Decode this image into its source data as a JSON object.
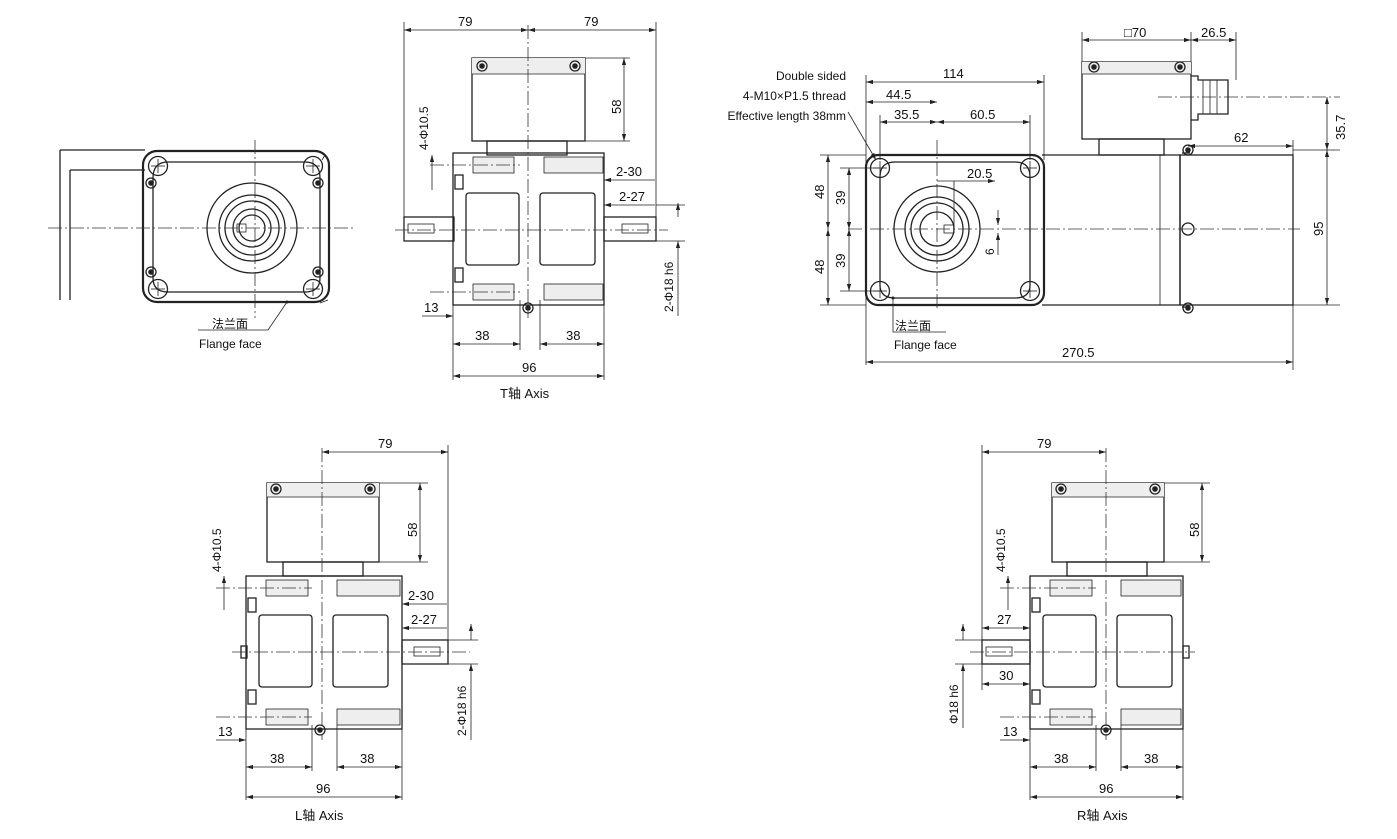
{
  "front": {
    "flange_label_cn": "法兰面",
    "flange_label_en": "Flange face"
  },
  "t_view": {
    "w79a": "79",
    "w79b": "79",
    "h58": "58",
    "holes": "4-Φ10.5",
    "d2_30": "2-30",
    "d2_27": "2-27",
    "shaft": "2-Φ18 h6",
    "d13": "13",
    "d38a": "38",
    "d38b": "38",
    "d96": "96",
    "caption": "T轴 Axis"
  },
  "side": {
    "sq70": "□70",
    "d26_5": "26.5",
    "d114": "114",
    "d44_5": "44.5",
    "d35_5": "35.5",
    "d60_5": "60.5",
    "d35_7": "35.7",
    "d62": "62",
    "d20_5": "20.5",
    "d6": "6",
    "d95": "95",
    "d48a": "48",
    "d39a": "39",
    "d48b": "48",
    "d39b": "39",
    "d270_5": "270.5",
    "thread_line1": "Double sided",
    "thread_line2": "4-M10×P1.5 thread",
    "thread_line3": "Effective length 38mm",
    "flange_label_cn": "法兰面",
    "flange_label_en": "Flange face"
  },
  "l_view": {
    "w79": "79",
    "h58": "58",
    "holes": "4-Φ10.5",
    "d2_30": "2-30",
    "d2_27": "2-27",
    "shaft": "2-Φ18 h6",
    "d13": "13",
    "d38a": "38",
    "d38b": "38",
    "d96": "96",
    "caption": "L轴 Axis"
  },
  "r_view": {
    "w79": "79",
    "h58": "58",
    "holes": "4-Φ10.5",
    "d27": "27",
    "d30": "30",
    "shaft": "Φ18 h6",
    "d13": "13",
    "d38a": "38",
    "d38b": "38",
    "d96": "96",
    "caption": "R轴 Axis"
  }
}
